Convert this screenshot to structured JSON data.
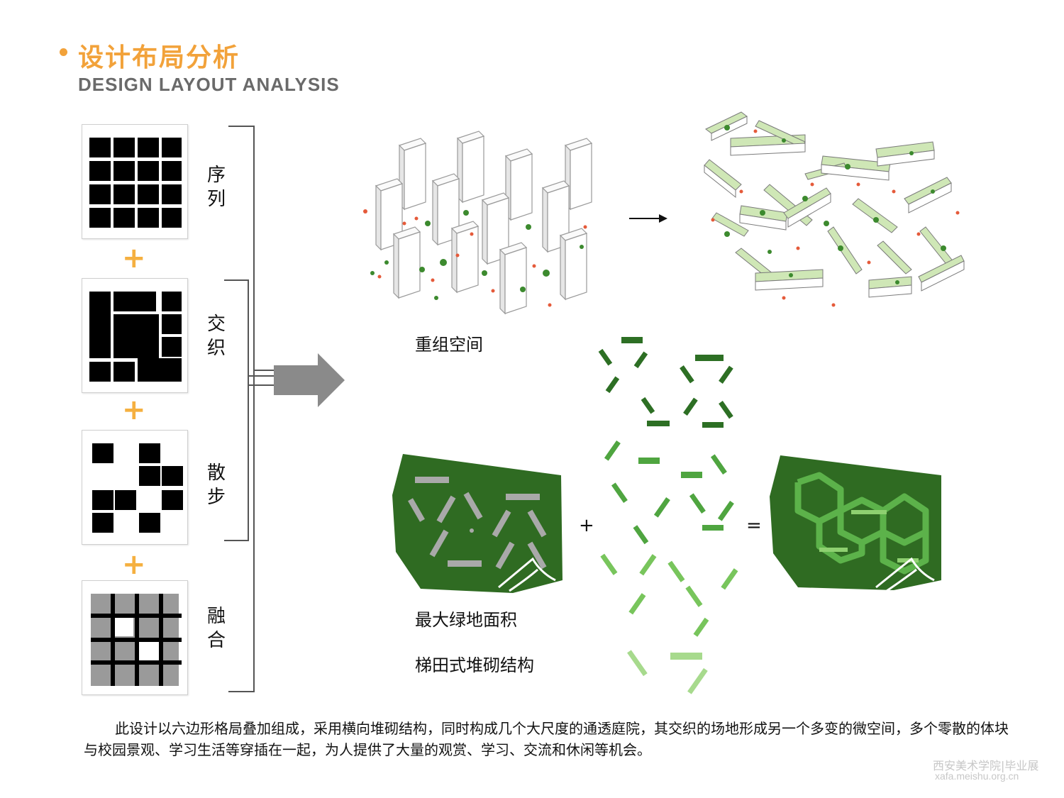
{
  "header": {
    "title_zh": "设计布局分析",
    "title_en": "DESIGN LAYOUT ANALYSIS"
  },
  "concepts": [
    {
      "label": "序\n列"
    },
    {
      "label": "交\n织"
    },
    {
      "label": "散\n步"
    },
    {
      "label": "融\n合"
    }
  ],
  "plus_sign": "+",
  "captions": {
    "reorganize": "重组空间",
    "max_green": "最大绿地面积",
    "terrace": "梯田式堆砌结构"
  },
  "equation": {
    "plus": "+",
    "equals": "="
  },
  "description": "此设计以六边形格局叠加组成，采用横向堆砌结构，同时构成几个大尺度的通透庭院，其交织的场地形成另一个多变的微空间，多个零散的体块与校园景观、学习生活等穿插在一起，为人提供了大量的观赏、学习、交流和休闲等机会。",
  "watermark": {
    "line1": "西安美术学院|毕业展",
    "line2": "xafa.meishu.org.cn"
  },
  "colors": {
    "accent": "#f2a23a",
    "dark_green": "#2f6b22",
    "light_green": "#8fcf6e",
    "arrow_gray": "#8a8a8a"
  }
}
